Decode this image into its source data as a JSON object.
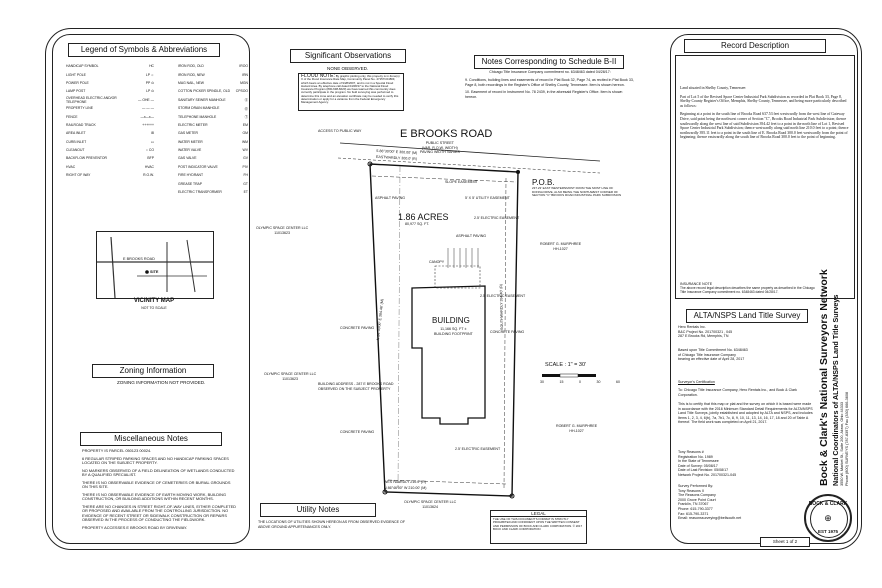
{
  "legend": {
    "title": "Legend of Symbols & Abbreviations",
    "left_items": [
      {
        "label": "HANDICAP SYMBOL",
        "sym": "HC"
      },
      {
        "label": "LIGHT POLE",
        "sym": "LP ☼"
      },
      {
        "label": "POWER POLE",
        "sym": "PP ⊙"
      },
      {
        "label": "LAMP POST",
        "sym": "LP ⊙"
      },
      {
        "label": "OVERHEAD ELECTRIC AND/OR TELEPHONE",
        "sym": "— OHE —"
      },
      {
        "label": "PROPERTY LINE",
        "sym": "— — —"
      },
      {
        "label": "FENCE",
        "sym": "—x—x—"
      },
      {
        "label": "RAILROAD TRACK",
        "sym": "++++++"
      },
      {
        "label": "AREA INLET",
        "sym": "⊞"
      },
      {
        "label": "CURB INLET",
        "sym": "▭"
      },
      {
        "label": "CLEANOUT",
        "sym": "○ CO"
      },
      {
        "label": "BACKFLOW PREVENTOR",
        "sym": "BFP"
      },
      {
        "label": "HVAC",
        "sym": "HVAC"
      },
      {
        "label": "RIGHT OF WAY",
        "sym": "R.O.W."
      }
    ],
    "right_items": [
      {
        "label": "IRON ROD, OLD",
        "sym": "IROO"
      },
      {
        "label": "IRON ROD, NEW",
        "sym": "IRN"
      },
      {
        "label": "MAG NAIL, NEW",
        "sym": "MGN"
      },
      {
        "label": "COTTON PICKER SPINDLE, OLD",
        "sym": "CPSOO"
      },
      {
        "label": "SANITARY SEWER MANHOLE",
        "sym": "Ⓢ"
      },
      {
        "label": "STORM DRAIN MANHOLE",
        "sym": "Ⓓ"
      },
      {
        "label": "TELEPHONE MANHOLE",
        "sym": "Ⓣ"
      },
      {
        "label": "ELECTRIC METER",
        "sym": "EM"
      },
      {
        "label": "GAS METER",
        "sym": "GM"
      },
      {
        "label": "WATER METER",
        "sym": "WM"
      },
      {
        "label": "WATER VALVE",
        "sym": "WV"
      },
      {
        "label": "GAS VALVE",
        "sym": "GV"
      },
      {
        "label": "POST INDICATOR VALVE",
        "sym": "PIV"
      },
      {
        "label": "FIRE HYDRANT",
        "sym": "FH"
      },
      {
        "label": "GREASE TRAP",
        "sym": "GT"
      },
      {
        "label": "ELECTRIC TRANSFORMER",
        "sym": "ET"
      }
    ]
  },
  "vicinity": {
    "title": "VICINITY MAP",
    "scale": "NOT TO SCALE",
    "road": "E BROOKS ROAD",
    "site": "SITE"
  },
  "zoning": {
    "title": "Zoning Information",
    "text": "ZONING INFORMATION NOT PROVIDED."
  },
  "misc": {
    "title": "Miscellaneous Notes",
    "notes": [
      "PROPERTY IS PARCEL 050123 00024.",
      "6 REGULAR STRIPED PARKING SPACES AND NO HANDICAP PARKING SPACES LOCATED ON THE SUBJECT PROPERTY.",
      "NO MARKERS OBSERVED OF A FIELD DELINEATION OF WETLANDS CONDUCTED BY A QUALIFIED SPECIALIST.",
      "THERE IS NO OBSERVABLE EVIDENCE OF CEMETERIES OR BURIAL GROUNDS ON THIS SITE.",
      "THERE IS NO OBSERVABLE EVIDENCE OF EARTH MOVING WORK, BUILDING CONSTRUCTION, OR BUILDING ADDITIONS WITHIN RECENT MONTHS.",
      "THERE ARE NO CHANGES IN STREET RIGHT-OF-WAY LINES, EITHER COMPLETED OR PROPOSED AND AVAILABLE FROM THE CONTROLLING JURISDICTION. NO EVIDENCE OF RECENT STREET OR SIDEWALK CONSTRUCTION OR REPAIRS OBSERVED IN THE PROCESS OF CONDUCTING THE FIELDWORK.",
      "PROPERTY ACCESSES E BROOKS ROAD BY DRIVEWAY."
    ]
  },
  "significant": {
    "title": "Significant Observations",
    "text": "NONE OBSERVED."
  },
  "flood": {
    "title": "FLOOD NOTE:",
    "text": "By graphic plotting only, this property is in Zone(s) X of the Flood Insurance Rate Map, Community Panel No. 47157C0480F, which bears an effective date of 9/28/2007, and is not in a Special Flood Hazard Area. By telephone call dated 04/28/17 to the National Flood Insurance Program (800-638-6620) we have learned this community does currently participate in the program. No field surveying was performed to determine this zone and an elevation certificate may be needed to verify this determination or apply for a variance from the Federal Emergency Management Agency."
  },
  "utility": {
    "title": "Utility Notes",
    "text": "THE LOCATIONS OF UTILITIES SHOWN HEREON AS FROM OBSERVED EVIDENCE OF ABOVE GROUND APPURTENANCES ONLY."
  },
  "schedule": {
    "title": "Notes Corresponding to Schedule B-II",
    "header": "Chicago Title Insurance Company commitment no. 6348463 dated 04/28/17:",
    "notes": [
      "9. Conditions, building lines and easements of record in Plat Book 32, Page 74, as recited in Plat Book 33, Page 8, both recordings in the Register's Office of Shelby County, Tennessee. Item is shown hereon.",
      "10. Easement of record in Instrument No. 78 2439, in the aforesaid Register's Office. Item is shown hereon."
    ]
  },
  "plat": {
    "road": "E BROOKS ROAD",
    "road_sub": "PUBLIC STREET\n(VAR. R.O.W. WIDTH)\nPAVING WIDTH VARIES",
    "access": "ACCESS TO PUBLIC WAY",
    "acres": "1.86 ACRES",
    "sqft": "80,977 SQ. FT.",
    "building": "BUILDING",
    "building_sub": "11,166 SQ. FT ±\nBUILDING FOOTPRINT",
    "address": "BUILDING ADDRESS - 287 E BROOKS ROAD\nOBSERVED ON THE SUBJECT PROPERTY",
    "pob": "P.O.B.",
    "pob_sub": "237.23' EAST WESTERNMOST FROM THE MOST LINE OF DONNA DRIVE, ALSO BEING THE NORTHWEST CORNER OF SECTION \"C\" BROOKS ROAD INDUSTRIAL PARK SUBDIVISION",
    "north_bearing": "S 86°30'00\" E 300.00' (M)",
    "north_bearing2": "EASTWARDLY 300.0' (R)",
    "south_bearing": "WESTWARDLY 210.0' (R)",
    "south_bearing2": "N 86°46'00\" W 210.00' (M)",
    "west_bearing": "N 24°30'00\" E 384.46' (M)",
    "east_bearing": "SOUTHWARDLY 394.40' (R)",
    "slope": "SLOPE EASEMENT",
    "utility_ease": "5' X 5' UTILITY EASEMENT",
    "elec1": "2.5' ELECTRIC EASEMENT",
    "elec2": "2.5' ELECTRIC EASEMENT",
    "elec3": "2.5' ELECTRIC EASEMENT",
    "asphalt1": "ASPHALT PAVING",
    "asphalt2": "ASPHALT PAVING",
    "concrete1": "CONCRETE PAVING",
    "concrete2": "CONCRETE PAVING",
    "concrete3": "CONCRETE PAVING",
    "canopy": "CANOPY",
    "adj_nw": "OLYMPIC SPACE CENTER LLC\n11013623",
    "adj_w": "OLYMPIC SPACE CENTER LLC\n11013623",
    "adj_s": "OLYMPIC SPACE CENTER LLC\n11013624",
    "adj_ne": "ROBERT G. MURPHREE\nHH-1027",
    "adj_se": "ROBERT G. MURPHREE\nHH-1027",
    "scale": "SCALE : 1\" = 30'",
    "scale_ticks": [
      "30",
      "15",
      "0",
      "30",
      "60"
    ]
  },
  "legal": {
    "title": "LEGAL",
    "text": "THE USE OF THIS DOCUMENT'S FORMAT IS STRICTLY PROHIBITED AND CONFIDENT UPON THE WRITTEN CONSENT AND PERMISSION OF BOCK AND CLARK CORPORATION. © 2017 BOCK AND CLARK CORPORATION"
  },
  "record": {
    "title": "Record Description",
    "p1": "Land situated in Shelby County, Tennessee:",
    "p2": "Part of Lot 5 of the Revised Space Center Industrial Park Subdivision as recorded in Plat Book 33, Page 8, Shelby County Register's Office, Memphis, Shelby County, Tennessee, and being more particularly described as follows:",
    "p3": "Beginning at a point in the south line of Brooks Road 637.53 feet westwardly from the west line of Gateway Drive, said point being the northwest corner of Section \"C\", Brooks Road Industrial Park Subdivision; thence southwardly along the west line of said Subdivision 394.42 feet to a point in the north line of Lot 1, Revised Space Center Industrial Park Subdivision; thence westwardly along said north line 210.0 feet to a point; thence northwardly 395.11 feet to a point in the south line of E. Brooks Road 300.0 feet westwardly from the point of beginning; thence eastwardly along the south line of Brooks Road 300.0 feet to the point of beginning.",
    "ins_title": "INSURANCE NOTE",
    "ins_text": "The above record legal description describes the same property as described in the Chicago Title Insurance Company commitment no. 6348463 dated 04/28/17."
  },
  "alta": {
    "title": "ALTA/NSPS Land Title Survey",
    "project": "Hero Rentals Inc.\nB&C Project No. 201700321 , 045\n287 E Brooks Rd, Memphis, TN",
    "based": "Based upon Title Commitment No. 6348463\nof Chicago Title Insurance Company\nbearing an effective date of April 28, 2017",
    "cert_title": "Surveyor's Certification",
    "cert_to": "To: Chicago Title Insurance Company, Hero Rentals Inc., and Bock & Clark Corporation.",
    "cert_text": "This is to certify that this map or plat and the survey on which it is based were made in accordance with the 2016 Minimum Standard Detail Requirements for ALTA/NSPS Land Title Surveys, jointly established and adopted by ALTA and NSPS, and includes Items 1, 2, 3, 4, 6(b), 7a, 7b1, 7c, 8, 9, 10, 11, 13, 14, 16, 17, 18 and 20 of Table A thereof. The field work was completed on April 21, 2017.",
    "surveyor": "Tony Reasons #\nRegistration No. 1989\nIn the State of Tennessee\nDate of Survey: 05/08/17\nDate of Last Revision: 05/08/17\nNetwork Project No. 201700321-045",
    "performed": "Survey Performed By:\nTony Reasons II\nThe Reasons Company\n2000 Grove Point Court\nFranklin, TN 37067\nPhone: 615-790-3377\nFax: 615-790-3371\nEmail: reasonssurveying@bellsouth.net",
    "sheet": "Sheet 1 of 2"
  },
  "brand": {
    "line1": "Bock & Clark's National Surveyors Network",
    "line2": "National Coordinators of ALTA/NSPS Land Title Surveys",
    "line3": "3550 W. Market St., Suite 200, Akron, Ohio 44333\nPhone (800) SURVEYS (787-8397) Fax (330) 666-3608",
    "seal_top": "BOCK & CLARK",
    "seal_bottom": "EST 1975"
  }
}
